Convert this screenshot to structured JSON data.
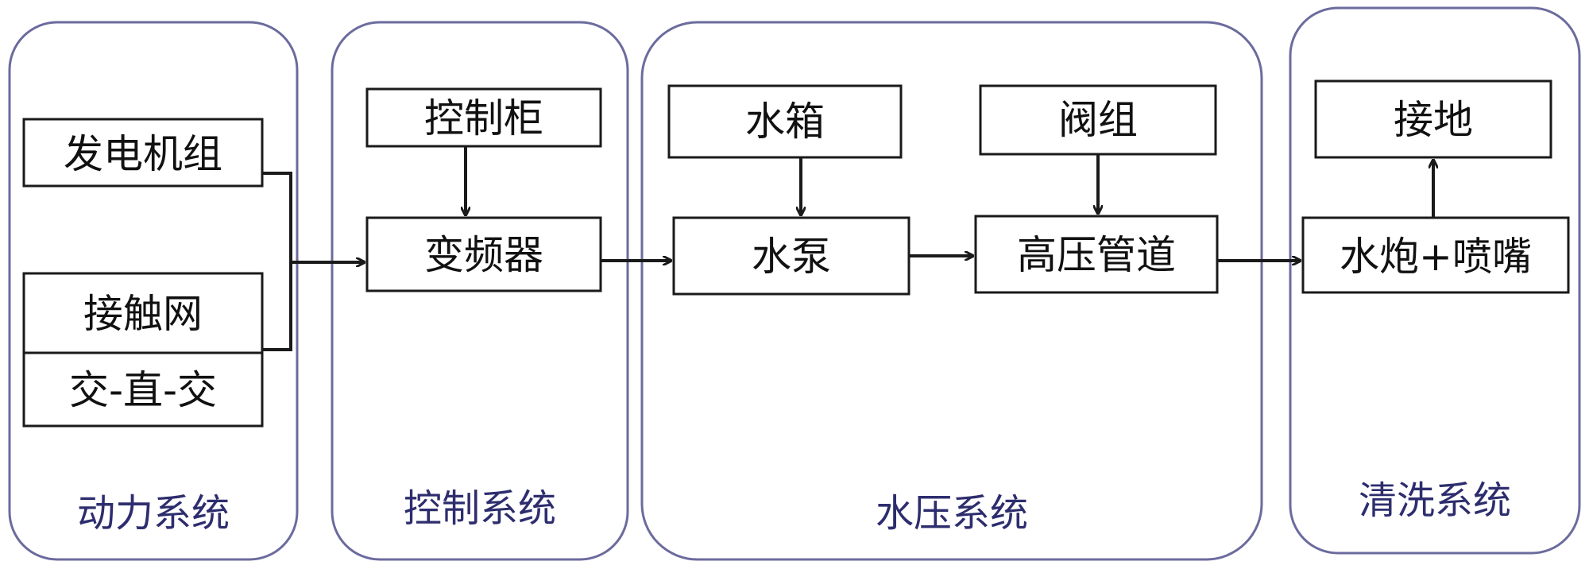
{
  "groups": {
    "power": "动力系统",
    "control": "控制系统",
    "hydraulic": "水压系统",
    "cleaning": "清洗系统"
  },
  "nodes": {
    "generator": "发电机组",
    "catenary": "接触网",
    "ac_dc_ac": "交-直-交",
    "control_cabinet": "控制柜",
    "inverter": "变频器",
    "water_tank": "水箱",
    "water_pump": "水泵",
    "valve_group": "阀组",
    "high_pressure_pipe": "高压管道",
    "grounding": "接地",
    "cannon_nozzle": "水炮+喷嘴"
  }
}
